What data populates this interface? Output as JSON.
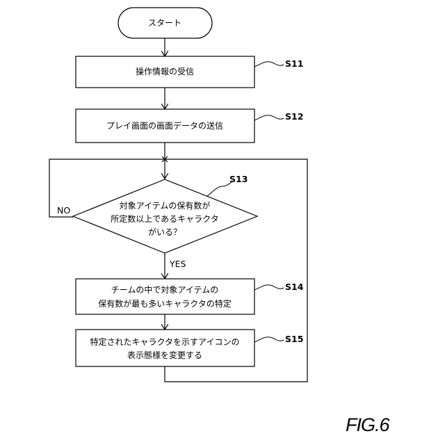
{
  "nodes": {
    "start": "スタート",
    "s11": [
      "操作情報の受信"
    ],
    "s12": [
      "プレイ画面の画面データの送信"
    ],
    "s13": [
      "対象アイテムの保有数が",
      "所定数以上であるキャラクタ",
      "がいる？"
    ],
    "s14": [
      "チームの中で対象アイテムの",
      "保有数が最も多いキャラクタの特定"
    ],
    "s15": [
      "特定されたキャラクタを示すアイコンの",
      "表示態様を変更する"
    ]
  },
  "step_labels": {
    "s11": "S11",
    "s12": "S12",
    "s13": "S13",
    "s14": "S14",
    "s15": "S15"
  },
  "branches": {
    "no": "NO",
    "yes": "YES"
  },
  "figure_caption": "FIG.6"
}
